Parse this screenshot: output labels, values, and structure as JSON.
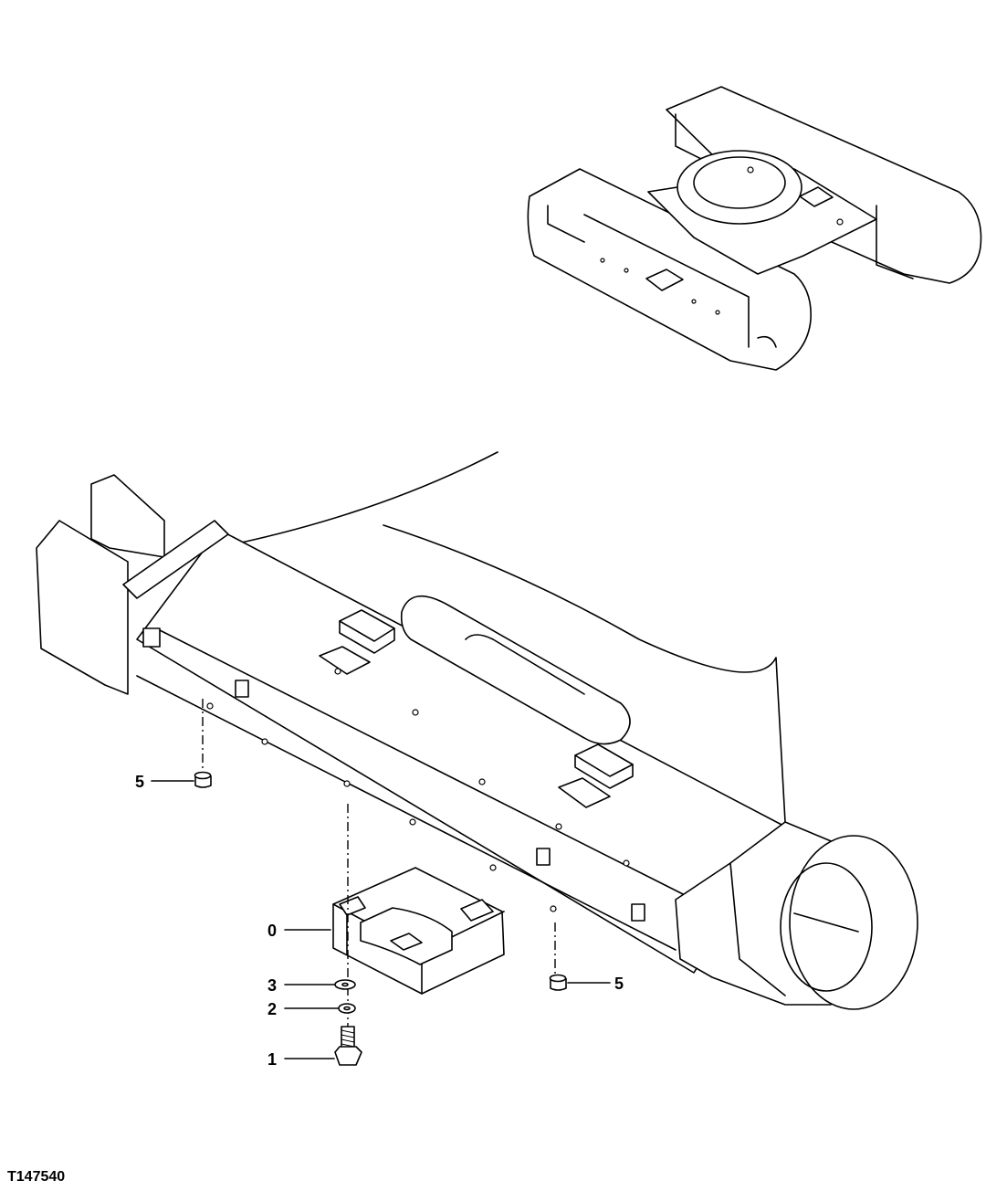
{
  "callouts": [
    {
      "id": "c0",
      "label": "0"
    },
    {
      "id": "c3",
      "label": "3"
    },
    {
      "id": "c2",
      "label": "2"
    },
    {
      "id": "c1",
      "label": "1"
    },
    {
      "id": "c5a",
      "label": "5"
    },
    {
      "id": "c5b",
      "label": "5"
    }
  ],
  "figure_id": "T147540"
}
